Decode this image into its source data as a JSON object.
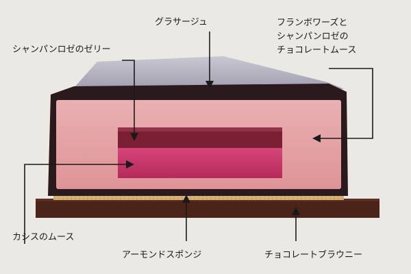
{
  "labels": {
    "glacage": "グラサージュ",
    "framboise_mousse": "フランボワーズと\nシャンパンロゼの\nチョコレートムース",
    "champagne_jelly": "シャンパンロゼのゼリー",
    "cassis_mousse": "カシスのムース",
    "almond_sponge": "アーモンドスポンジ",
    "brownie": "チョコレートブラウニー"
  },
  "colors": {
    "background": "#ebe9e3",
    "glaze": "#2a1a1e",
    "glaze_highlight": "#b8b6c4",
    "mousse": "#e8a5a8",
    "jelly": "#7a1f34",
    "cassis": "#c8356a",
    "sponge": "#d9b97a",
    "brownie": "#4a2418",
    "annotation": "#1a1a1a"
  }
}
